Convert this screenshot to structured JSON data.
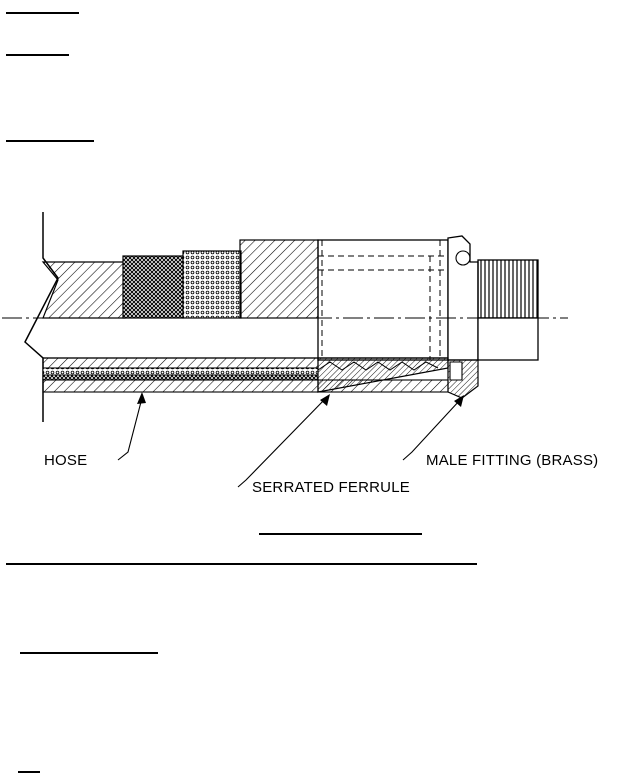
{
  "figure": {
    "callouts": {
      "hose": "HOSE",
      "serrated_ferrule": "SERRATED FERRULE",
      "male_fitting": "MALE FITTING (BRASS)"
    }
  }
}
